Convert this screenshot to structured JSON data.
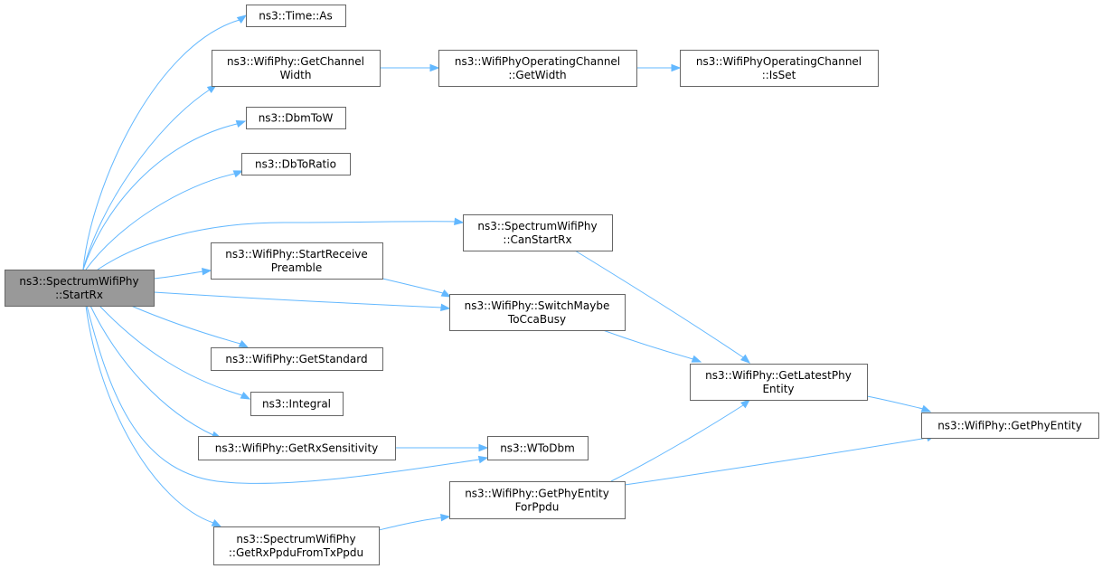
{
  "colors": {
    "edge": "#63b8ff",
    "node_border": "#666666",
    "node_fill": "#ffffff",
    "root_fill": "#999999",
    "text": "#000000"
  },
  "nodes": [
    {
      "id": "start_rx",
      "lines": [
        "ns3::SpectrumWifiPhy",
        "::StartRx"
      ],
      "root": true
    },
    {
      "id": "time_as",
      "lines": [
        "ns3::Time::As"
      ]
    },
    {
      "id": "get_channel_width",
      "lines": [
        "ns3::WifiPhy::GetChannel",
        "Width"
      ]
    },
    {
      "id": "op_channel_get_width",
      "lines": [
        "ns3::WifiPhyOperatingChannel",
        "::GetWidth"
      ]
    },
    {
      "id": "op_channel_is_set",
      "lines": [
        "ns3::WifiPhyOperatingChannel",
        "::IsSet"
      ]
    },
    {
      "id": "dbm_to_w",
      "lines": [
        "ns3::DbmToW"
      ]
    },
    {
      "id": "db_to_ratio",
      "lines": [
        "ns3::DbToRatio"
      ]
    },
    {
      "id": "can_start_rx",
      "lines": [
        "ns3::SpectrumWifiPhy",
        "::CanStartRx"
      ]
    },
    {
      "id": "start_receive_preamble",
      "lines": [
        "ns3::WifiPhy::StartReceive",
        "Preamble"
      ]
    },
    {
      "id": "switch_maybe_to_cca_busy",
      "lines": [
        "ns3::WifiPhy::SwitchMaybe",
        "ToCcaBusy"
      ]
    },
    {
      "id": "get_latest_phy_entity",
      "lines": [
        "ns3::WifiPhy::GetLatestPhy",
        "Entity"
      ]
    },
    {
      "id": "get_phy_entity",
      "lines": [
        "ns3::WifiPhy::GetPhyEntity"
      ]
    },
    {
      "id": "get_standard",
      "lines": [
        "ns3::WifiPhy::GetStandard"
      ]
    },
    {
      "id": "integral",
      "lines": [
        "ns3::Integral"
      ]
    },
    {
      "id": "get_rx_sensitivity",
      "lines": [
        "ns3::WifiPhy::GetRxSensitivity"
      ]
    },
    {
      "id": "w_to_dbm",
      "lines": [
        "ns3::WToDbm"
      ]
    },
    {
      "id": "get_phy_entity_for_ppdu",
      "lines": [
        "ns3::WifiPhy::GetPhyEntity",
        "ForPpdu"
      ]
    },
    {
      "id": "get_rx_ppdu_from_tx_ppdu",
      "lines": [
        "ns3::SpectrumWifiPhy",
        "::GetRxPpduFromTxPpdu"
      ]
    }
  ],
  "edges": [
    {
      "from": "start_rx",
      "to": "time_as"
    },
    {
      "from": "start_rx",
      "to": "get_channel_width"
    },
    {
      "from": "start_rx",
      "to": "dbm_to_w"
    },
    {
      "from": "start_rx",
      "to": "db_to_ratio"
    },
    {
      "from": "start_rx",
      "to": "can_start_rx"
    },
    {
      "from": "start_rx",
      "to": "start_receive_preamble"
    },
    {
      "from": "start_rx",
      "to": "switch_maybe_to_cca_busy"
    },
    {
      "from": "start_rx",
      "to": "get_standard"
    },
    {
      "from": "start_rx",
      "to": "integral"
    },
    {
      "from": "start_rx",
      "to": "get_rx_sensitivity"
    },
    {
      "from": "start_rx",
      "to": "w_to_dbm"
    },
    {
      "from": "start_rx",
      "to": "get_rx_ppdu_from_tx_ppdu"
    },
    {
      "from": "get_channel_width",
      "to": "op_channel_get_width"
    },
    {
      "from": "op_channel_get_width",
      "to": "op_channel_is_set"
    },
    {
      "from": "can_start_rx",
      "to": "get_latest_phy_entity"
    },
    {
      "from": "start_receive_preamble",
      "to": "switch_maybe_to_cca_busy"
    },
    {
      "from": "switch_maybe_to_cca_busy",
      "to": "get_latest_phy_entity"
    },
    {
      "from": "get_latest_phy_entity",
      "to": "get_phy_entity"
    },
    {
      "from": "get_rx_sensitivity",
      "to": "w_to_dbm"
    },
    {
      "from": "get_phy_entity_for_ppdu",
      "to": "get_latest_phy_entity"
    },
    {
      "from": "get_phy_entity_for_ppdu",
      "to": "get_phy_entity"
    },
    {
      "from": "get_rx_ppdu_from_tx_ppdu",
      "to": "get_phy_entity_for_ppdu"
    }
  ]
}
